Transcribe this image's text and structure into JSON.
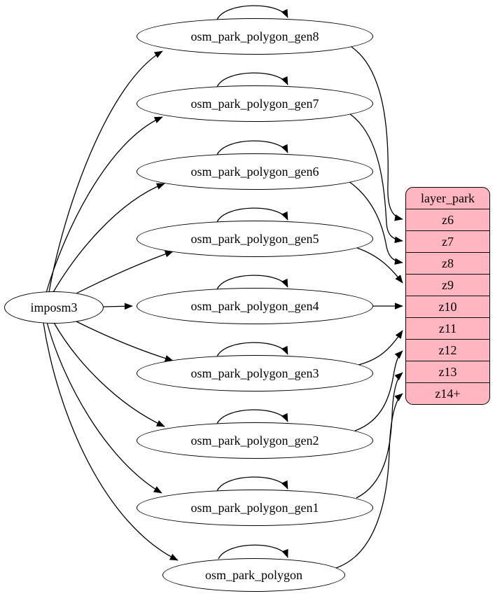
{
  "diagram": {
    "source": {
      "label": "imposm3"
    },
    "tables": [
      {
        "label": "osm_park_polygon_gen8"
      },
      {
        "label": "osm_park_polygon_gen7"
      },
      {
        "label": "osm_park_polygon_gen6"
      },
      {
        "label": "osm_park_polygon_gen5"
      },
      {
        "label": "osm_park_polygon_gen4"
      },
      {
        "label": "osm_park_polygon_gen3"
      },
      {
        "label": "osm_park_polygon_gen2"
      },
      {
        "label": "osm_park_polygon_gen1"
      },
      {
        "label": "osm_park_polygon"
      }
    ],
    "layer": {
      "title": "layer_park",
      "rows": [
        "z6",
        "z7",
        "z8",
        "z9",
        "z10",
        "z11",
        "z12",
        "z13",
        "z14+"
      ]
    },
    "colors": {
      "layer_fill": "#ffb6c1",
      "layer_border": "#000000",
      "node_fill": "#ffffff",
      "node_border": "#000000",
      "edge": "#000000"
    }
  }
}
